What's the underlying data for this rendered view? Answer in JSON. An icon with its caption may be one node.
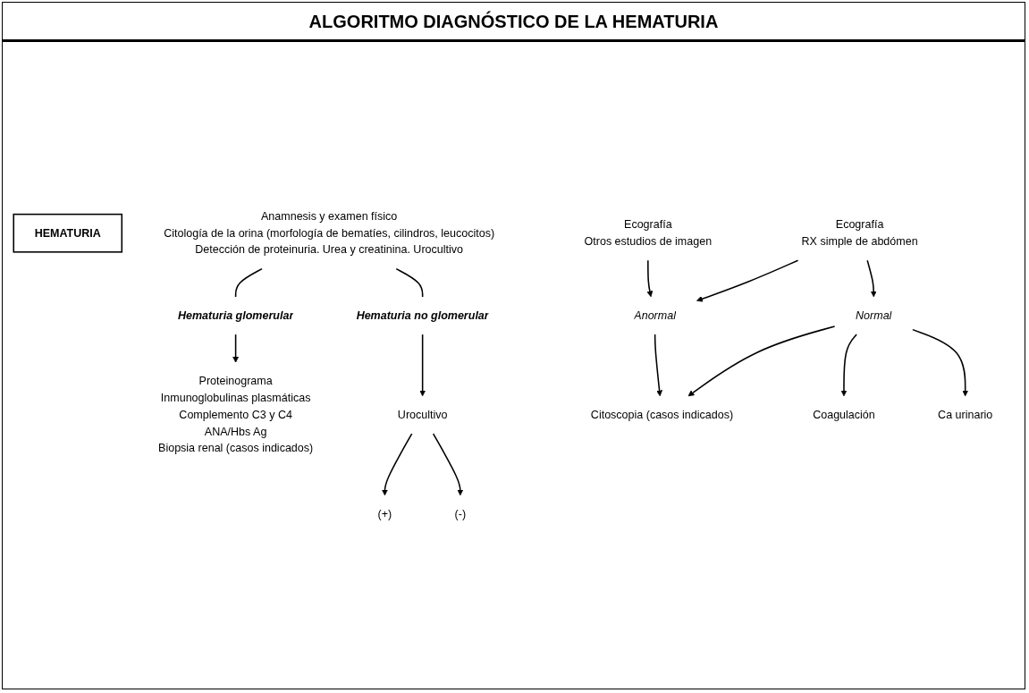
{
  "diagram": {
    "title": "ALGORITMO DIAGNÓSTICO DE LA HEMATURIA",
    "nodes": [
      {
        "text": [
          "HEMATURIA"
        ]
      },
      {
        "text": [
          "Anamnesis y examen físico",
          "Citología de la orina (morfología de bematíes, cilindros, leucocitos)",
          "Detección de proteinuria. Urea y creatinina. Urocultivo"
        ]
      },
      {
        "text": [
          "Hematuria glomerular"
        ]
      },
      {
        "text": [
          "Hematuria no glomerular"
        ]
      },
      {
        "text": [
          "Proteinograma",
          "Inmunoglobulinas plasmáticas",
          "Complemento C3 y C4",
          "ANA/Hbs Ag",
          "Biopsia renal (casos indicados)"
        ]
      },
      {
        "text": [
          "Urocultivo"
        ]
      },
      {
        "text": [
          "(+)"
        ]
      },
      {
        "text": [
          "(-)"
        ]
      },
      {
        "text": [
          "Ecografía",
          "Otros estudios de imagen"
        ]
      },
      {
        "text": [
          "Ecografía",
          "RX simple de abdómen"
        ]
      },
      {
        "text": [
          "Anormal"
        ]
      },
      {
        "text": [
          "Normal"
        ]
      },
      {
        "text": [
          "Citoscopia (casos indicados)"
        ]
      },
      {
        "text": [
          "Coagulación"
        ]
      },
      {
        "text": [
          "Ca urinario"
        ]
      }
    ],
    "edges": [
      {
        "from": 1,
        "to": 2,
        "arrow": "none"
      },
      {
        "from": 1,
        "to": 3,
        "arrow": "none"
      },
      {
        "from": 2,
        "to": 4,
        "arrow": "to"
      },
      {
        "from": 3,
        "to": 5,
        "arrow": "to"
      },
      {
        "from": 5,
        "to": 6,
        "arrow": "to"
      },
      {
        "from": 5,
        "to": 7,
        "arrow": "to"
      },
      {
        "from": 8,
        "to": 10,
        "arrow": "to"
      },
      {
        "from": 9,
        "to": 10,
        "arrow": "to"
      },
      {
        "from": 9,
        "to": 11,
        "arrow": "to"
      },
      {
        "from": 10,
        "to": 12,
        "arrow": "to"
      },
      {
        "from": 11,
        "to": 12,
        "arrow": "to"
      },
      {
        "from": 11,
        "to": 13,
        "arrow": "to"
      },
      {
        "from": 11,
        "to": 14,
        "arrow": "to"
      }
    ]
  }
}
